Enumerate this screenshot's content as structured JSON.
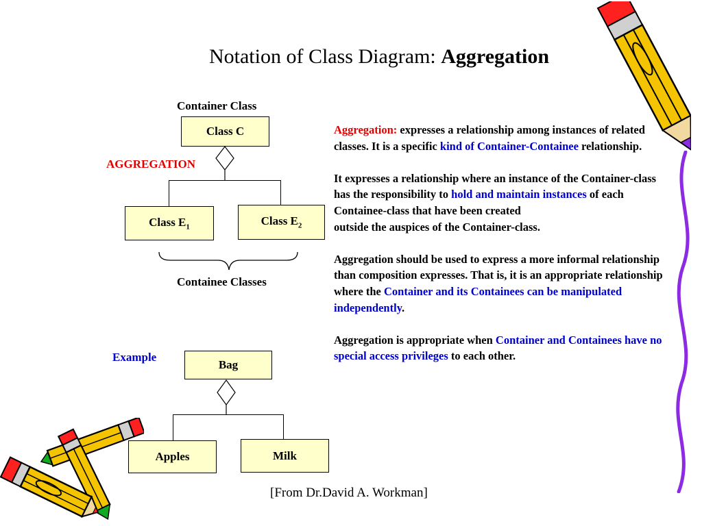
{
  "slide": {
    "title_plain": "Notation of Class Diagram: ",
    "title_bold": "Aggregation",
    "source": "[From Dr.David A. Workman]"
  },
  "diagram": {
    "container_label": "Container Class",
    "container_box": "Class C",
    "aggregation_label": "AGGREGATION",
    "containee1_name": "Class E",
    "containee1_sub": "1",
    "containee2_name": "Class E",
    "containee2_sub": "2",
    "containee_label": "Containee Classes"
  },
  "example": {
    "label": "Example",
    "container_box": "Bag",
    "child1": "Apples",
    "child2": "Milk"
  },
  "text": {
    "p1_red": "Aggregation:",
    "p1_a": " expresses a relationship among instances of related classes.  It is a specific ",
    "p1_blue": "kind of Container-Containee",
    "p1_b": " relationship.",
    "p2_a": "It expresses a relationship where an instance of the Container-class has the responsibility to ",
    "p2_blue": "hold and maintain instances",
    "p2_b": " of each Containee-class that have been created",
    "p2_c": "outside the auspices of the Container-class.",
    "p3_a": "Aggregation should be used to express a more informal relationship than composition expresses.  That is, it is an appropriate relationship where the ",
    "p3_blue": "Container and its Containees can be manipulated independently",
    "p3_b": ".",
    "p4_a": "Aggregation is appropriate when ",
    "p4_blue": "Container and Containees have no special access privileges",
    "p4_b": " to each other."
  },
  "colors": {
    "box_fill": "#ffffcc",
    "accent_red": "#e00000",
    "accent_blue": "#0000cc",
    "pencil_yellow": "#f5c400",
    "pencil_red": "#ff2020",
    "pencil_green": "#11aa22",
    "swirl_purple": "#8c2be2"
  },
  "icons": [
    "pencil-icon",
    "pencil-icon",
    "pencil-icon",
    "purple-swirl-decoration"
  ]
}
